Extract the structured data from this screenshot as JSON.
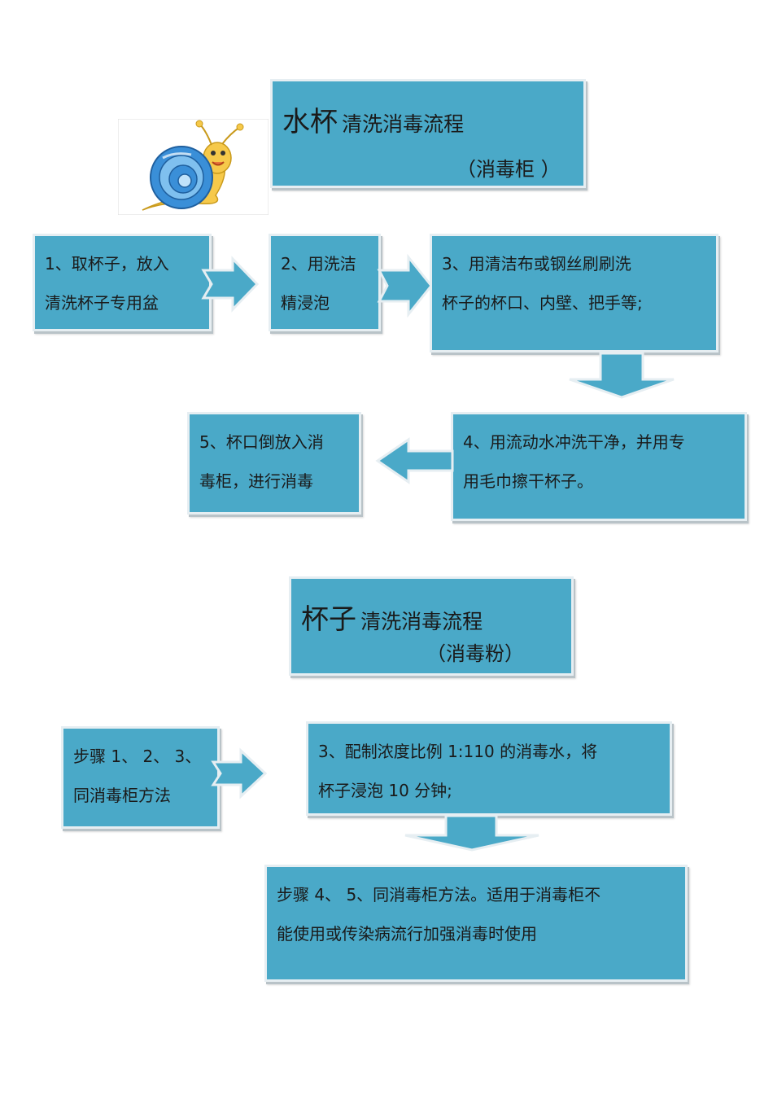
{
  "section1": {
    "title_main": "水杯",
    "title_rest": "清洗消毒流程",
    "subtitle": "（消毒柜 ）",
    "steps": [
      {
        "line1": "1、取杯子，放入",
        "line2": "清洗杯子专用盆"
      },
      {
        "line1": "2、用洗洁",
        "line2": "精浸泡"
      },
      {
        "line1": "3、用清洁布或钢丝刷刷洗",
        "line2": "杯子的杯口、内壁、把手等;"
      },
      {
        "line1": "4、用流动水冲洗干净，并用专",
        "line2": "用毛巾擦干杯子。"
      },
      {
        "line1": "5、杯口倒放入消",
        "line2": "毒柜，进行消毒"
      }
    ]
  },
  "section2": {
    "title_main": "杯子",
    "title_rest": "清洗消毒流程",
    "subtitle": "（消毒粉）",
    "steps": [
      {
        "line1": "步骤  1、 2、 3、",
        "line2": "同消毒柜方法"
      },
      {
        "line1": "3、配制浓度比例    1:110  的消毒水，将",
        "line2": "杯子浸泡   10  分钟;"
      },
      {
        "line1": "步骤  4、 5、同消毒柜方法。适用于消毒柜不",
        "line2": "能使用或传染病流行加强消毒时使用"
      }
    ]
  },
  "colors": {
    "box_fill": "#4aa9c8",
    "box_border": "#e6eef2",
    "arrow_fill": "#4aa9c8",
    "snail_shell": "#3a8fd8",
    "snail_body": "#f6c94a"
  },
  "icons": {
    "mascot": "snail-icon"
  }
}
